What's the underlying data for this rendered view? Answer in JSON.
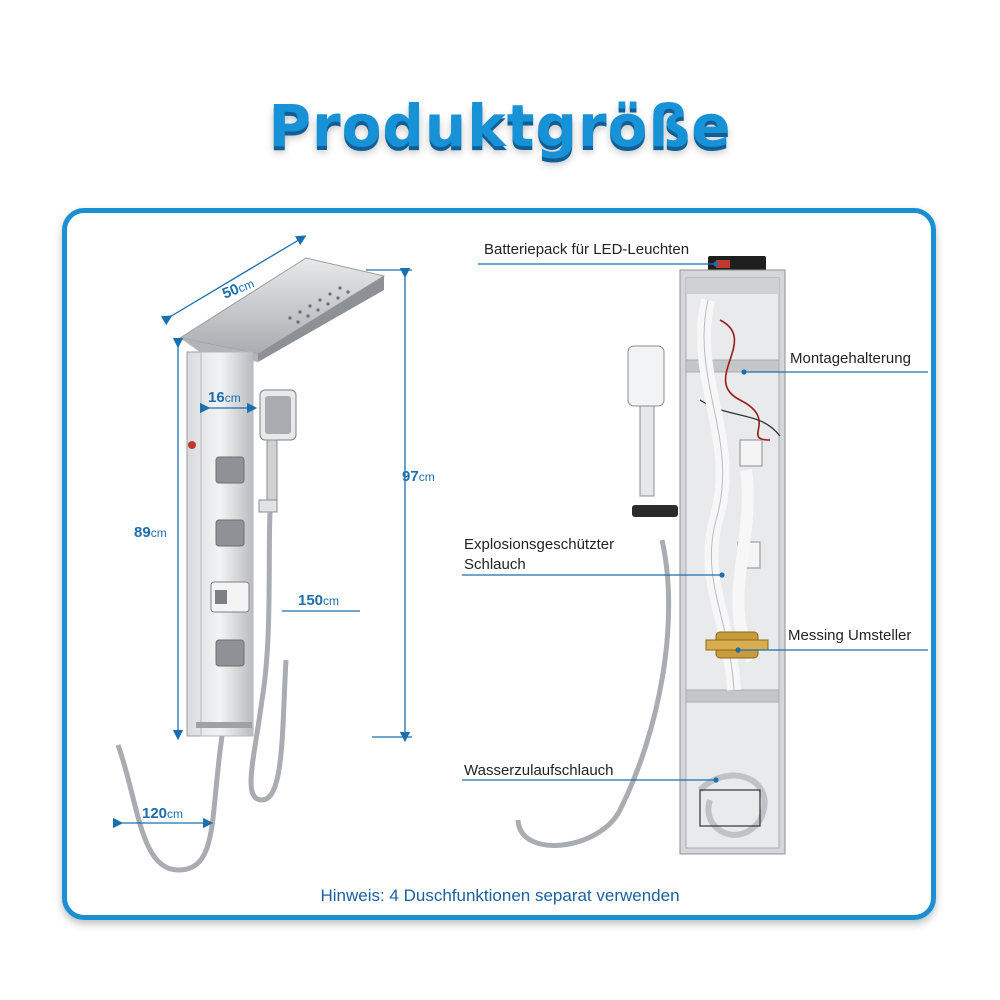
{
  "title": "Produktgröße",
  "dimensions": {
    "width_top": {
      "value": "50",
      "unit": "cm"
    },
    "panel_width": {
      "value": "16",
      "unit": "cm"
    },
    "panel_height": {
      "value": "89",
      "unit": "cm"
    },
    "total_height": {
      "value": "97",
      "unit": "cm"
    },
    "hand_hose": {
      "value": "150",
      "unit": "cm"
    },
    "supply_hose": {
      "value": "120",
      "unit": "cm"
    }
  },
  "labels": {
    "battery": "Batteriepack für LED-Leuchten",
    "mount": "Montagehalterung",
    "hose_line1": "Explosionsgeschützter",
    "hose_line2": "Schlauch",
    "brass": "Messing Umsteller",
    "supply": "Wasserzulaufschlauch"
  },
  "note": "Hinweis: 4 Duschfunktionen separat verwenden",
  "colors": {
    "accent": "#1a8fd1",
    "title": "#1792d6",
    "steel": "#c9ccd0"
  }
}
